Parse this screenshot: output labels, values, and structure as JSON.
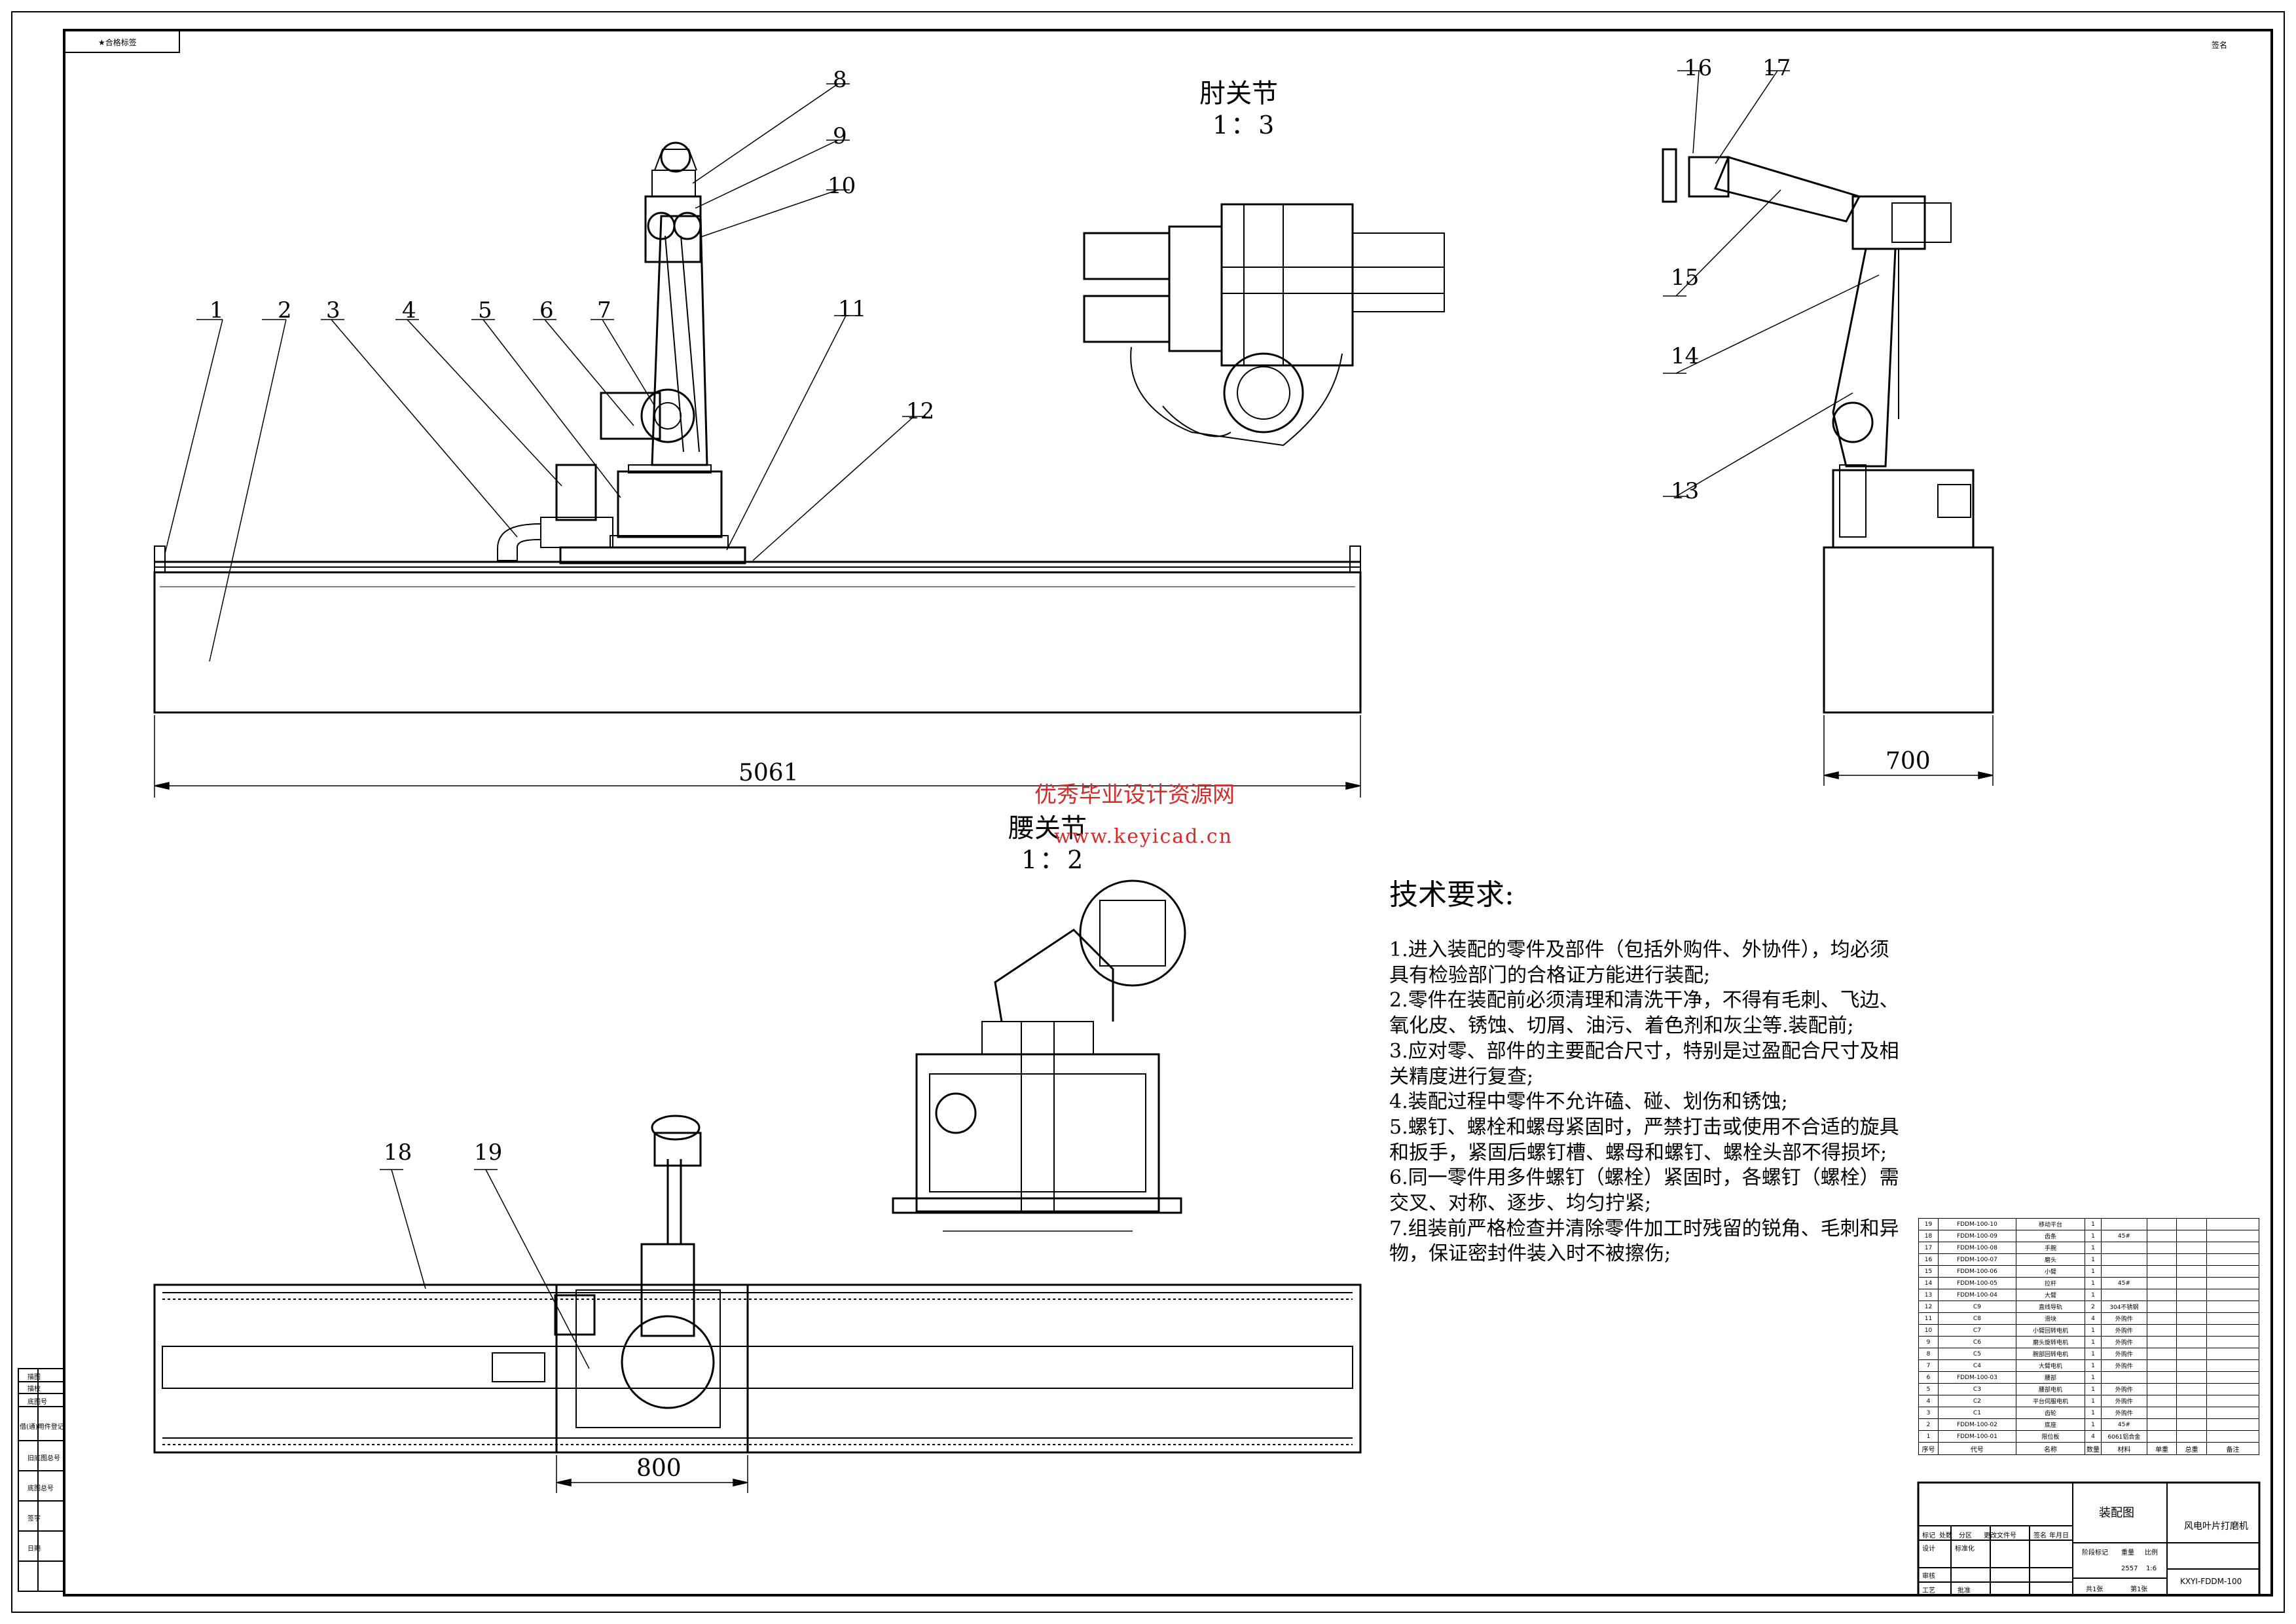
{
  "corner_top_left": "★合格标签",
  "corner_top_right": "签名",
  "views": {
    "elbow": {
      "title": "肘关节",
      "scale": "1：3"
    },
    "waist": {
      "title": "腰关节",
      "scale": "1：2"
    }
  },
  "dimensions": {
    "rail_length": "5061",
    "side_width": "700",
    "slide_width": "800"
  },
  "part_labels": [
    "1",
    "2",
    "3",
    "4",
    "5",
    "6",
    "7",
    "8",
    "9",
    "10",
    "11",
    "12",
    "13",
    "14",
    "15",
    "16",
    "17",
    "18",
    "19"
  ],
  "watermark": {
    "line1": "优秀毕业设计资源网",
    "line2": "www.keyicad.cn"
  },
  "tech_requirements": {
    "title": "技术要求:",
    "lines": [
      "1.进入装配的零件及部件（包括外购件、外协件），均必须",
      "具有检验部门的合格证方能进行装配;",
      "2.零件在装配前必须清理和清洗干净，不得有毛刺、飞边、",
      "氧化皮、锈蚀、切屑、油污、着色剂和灰尘等.装配前;",
      "3.应对零、部件的主要配合尺寸，特别是过盈配合尺寸及相",
      "关精度进行复查;",
      "4.装配过程中零件不允许磕、碰、划伤和锈蚀;",
      "5.螺钉、螺栓和螺母紧固时，严禁打击或使用不合适的旋具",
      "和扳手，紧固后螺钉槽、螺母和螺钉、螺栓头部不得损坏;",
      "6.同一零件用多件螺钉（螺栓）紧固时，各螺钉（螺栓）需",
      "交叉、对称、逐步、均匀拧紧;",
      "7.组装前严格检查并清除零件加工时残留的锐角、毛刺和异",
      "物，保证密封件装入时不被擦伤;"
    ]
  },
  "bom": {
    "rows": [
      [
        "19",
        "FDDM-100-10",
        "移动平台",
        "1",
        "",
        ""
      ],
      [
        "18",
        "FDDM-100-09",
        "齿条",
        "1",
        "45#",
        ""
      ],
      [
        "17",
        "FDDM-100-08",
        "手腕",
        "1",
        "",
        ""
      ],
      [
        "16",
        "FDDM-100-07",
        "磨头",
        "1",
        "",
        ""
      ],
      [
        "15",
        "FDDM-100-06",
        "小臂",
        "1",
        "",
        ""
      ],
      [
        "14",
        "FDDM-100-05",
        "拉杆",
        "1",
        "45#",
        ""
      ],
      [
        "13",
        "FDDM-100-04",
        "大臂",
        "1",
        "",
        ""
      ],
      [
        "12",
        "C9",
        "直线导轨",
        "2",
        "304不锈钢",
        ""
      ],
      [
        "11",
        "C8",
        "滑块",
        "4",
        "外购件",
        ""
      ],
      [
        "10",
        "C7",
        "小臂回转电机",
        "1",
        "外购件",
        ""
      ],
      [
        "9",
        "C6",
        "磨头旋转电机",
        "1",
        "外购件",
        ""
      ],
      [
        "8",
        "C5",
        "腕部回转电机",
        "1",
        "外购件",
        ""
      ],
      [
        "7",
        "C4",
        "大臂电机",
        "1",
        "外购件",
        ""
      ],
      [
        "6",
        "FDDM-100-03",
        "腰部",
        "1",
        "",
        ""
      ],
      [
        "5",
        "C3",
        "腰部电机",
        "1",
        "外购件",
        ""
      ],
      [
        "4",
        "C2",
        "平台伺服电机",
        "1",
        "外购件",
        ""
      ],
      [
        "3",
        "C1",
        "齿轮",
        "1",
        "外购件",
        ""
      ],
      [
        "2",
        "FDDM-100-02",
        "底座",
        "1",
        "45#",
        ""
      ],
      [
        "1",
        "FDDM-100-01",
        "限位板",
        "4",
        "6061铝合金",
        ""
      ]
    ],
    "header": [
      "序号",
      "代号",
      "名称",
      "数量",
      "材料",
      "单重",
      "总重",
      "备注"
    ]
  },
  "title_block": {
    "drawing_name": "装配图",
    "machine": "风电叶片打磨机",
    "code": "KXYI-FDDM-100",
    "scale": "1:6",
    "weight": "2557",
    "sheets_total": "共1张",
    "sheet_no": "第1张",
    "marks": "标记",
    "count": "处数",
    "zone": "分区",
    "change_doc": "更改文件号",
    "signature": "签名",
    "date": "年月日",
    "designer": "设计",
    "standardize": "标准化",
    "review": "审核",
    "process": "工艺",
    "approve": "批准",
    "stage_mark": "阶段标记",
    "weight_lbl": "重量",
    "scale_lbl": "比例"
  },
  "side_stamp": [
    "借(通)用件登记",
    "旧底图总号",
    "底图总号",
    "签字",
    "日期"
  ],
  "side_small": [
    "描图",
    "描校",
    "底图号"
  ]
}
